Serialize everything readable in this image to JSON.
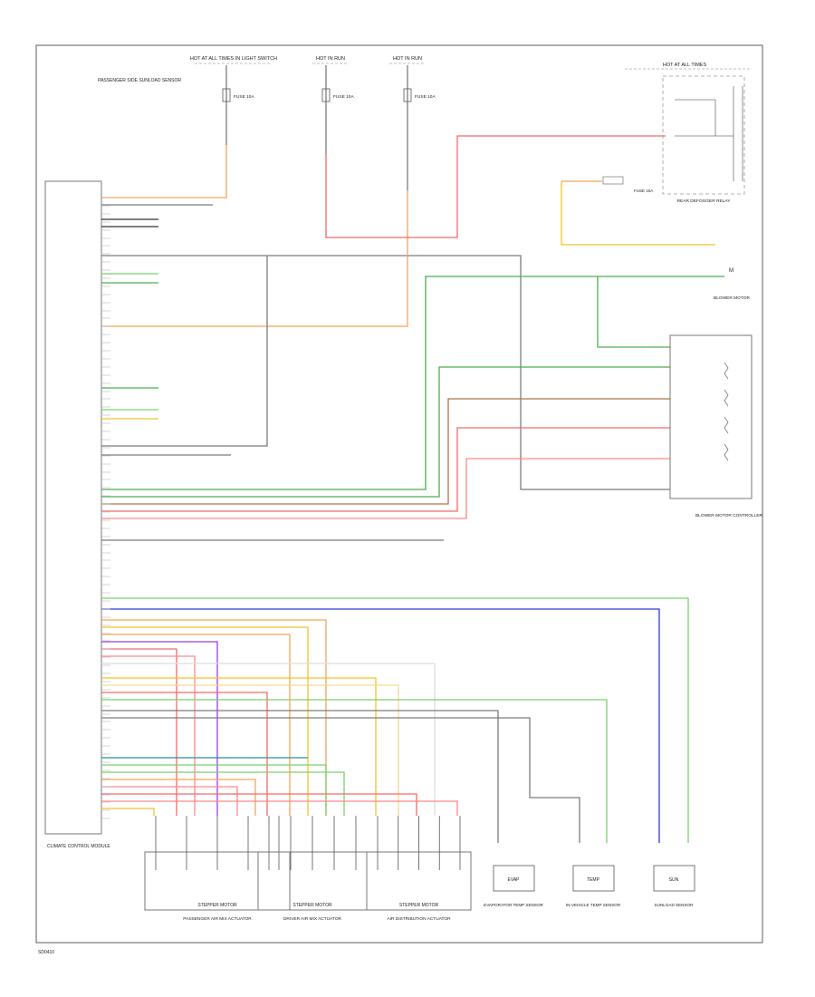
{
  "header": {
    "left_title": "HOT AT ALL TIMES IN LIGHT SWITCH",
    "mid_title": "HOT IN RUN",
    "right_title": "HOT IN RUN",
    "far_title": "HOT AT ALL TIMES",
    "left_fuse": "FUSE 10A",
    "mid_fuse": "FUSE 10A",
    "right_fuse": "FUSE 10A",
    "fuse_label": "FUSE 15A"
  },
  "modules": {
    "climate_control": "CLIMATE CONTROL MODULE",
    "passenger_sensor": "PASSENGER SIDE SUNLOAD SENSOR",
    "rear_defogger_relay": "REAR DEFOGGER RELAY",
    "blower_motor": "BLOWER MOTOR",
    "blower_controller": "BLOWER MOTOR CONTROLLER",
    "temp_sensor_1": "EVAPORATOR TEMPERATURE SENSOR",
    "temp_sensor_2": "IN-VEHICLE TEMPERATURE SENSOR",
    "sunload_sensor": "SUNLOAD SENSOR"
  },
  "actuators": [
    {
      "name": "passenger-air-mix",
      "label": "STEPPER MOTOR",
      "desc": "PASSENGER AIR MIX ACTUATOR"
    },
    {
      "name": "driver-air-mix",
      "label": "STEPPER MOTOR",
      "desc": "DRIVER AIR MIX ACTUATOR"
    },
    {
      "name": "air-distribution",
      "label": "STEPPER MOTOR",
      "desc": "AIR DISTRIBUTION ACTUATOR"
    }
  ],
  "sensors": [
    {
      "name": "evap-temp-sensor",
      "label": "EVAP",
      "desc": "EVAPORATOR TEMP SENSOR"
    },
    {
      "name": "in-vehicle-temp-sensor",
      "label": "TEMP",
      "desc": "IN-VEHICLE TEMP SENSOR"
    },
    {
      "name": "sunload-sensor-box",
      "label": "SUN",
      "desc": "SUNLOAD SENSOR"
    }
  ],
  "footer": {
    "code": "SD0410"
  },
  "colors": {
    "orange": "#f5a35b",
    "red": "#f26b6b",
    "green": "#4caf50",
    "lightgreen": "#7bd16a",
    "brown": "#b0704e",
    "yellow": "#f2c22e",
    "blue": "#2d3bd6",
    "violet": "#9b40d6",
    "gray": "#7c7c7c",
    "pink": "#ff8a8a",
    "teal": "#2f8f8f",
    "black": "#333333"
  }
}
